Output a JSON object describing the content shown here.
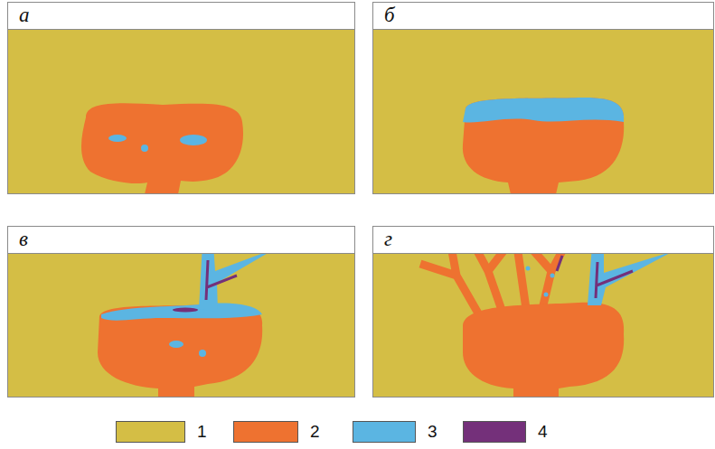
{
  "diagram": {
    "nodes": [
      {
        "text": [
          "а"
        ]
      },
      {
        "text": [
          "б"
        ]
      },
      {
        "text": [
          "в"
        ]
      },
      {
        "text": [
          "г"
        ]
      }
    ],
    "legend": [
      {
        "text": "1",
        "color": "#d4be45"
      },
      {
        "text": "2",
        "color": "#ee7230"
      },
      {
        "text": "3",
        "color": "#5bb5e2"
      },
      {
        "text": "4",
        "color": "#74307a"
      }
    ]
  }
}
